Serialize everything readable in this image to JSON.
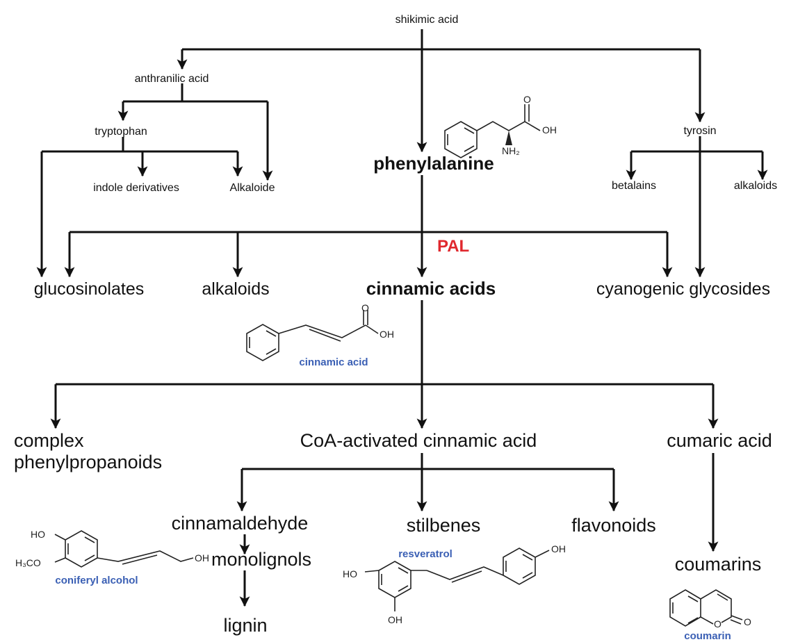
{
  "colors": {
    "line": "#111111",
    "text": "#111111",
    "blue": "#3a5fb4",
    "red": "#e0282e"
  },
  "nodes": {
    "shikimic_acid": "shikimic acid",
    "anthranilic_acid": "anthranilic acid",
    "tryptophan": "tryptophan",
    "indole_derivatives": "indole derivatives",
    "alkaloide": "Alkaloide",
    "phenylalanine": "phenylalanine",
    "tyrosin": "tyrosin",
    "betalains": "betalains",
    "alkaloids_small": "alkaloids",
    "enzyme": "PAL",
    "glucosinolates": "glucosinolates",
    "alkaloids": "alkaloids",
    "cinnamic_acids": "cinnamic acids",
    "cyanogenic_glycosides": "cyanogenic glycosides",
    "complex_line1": "complex",
    "complex_line2": "phenylpropanoids",
    "coa_cinnamic": "CoA-activated cinnamic acid",
    "cumaric_acid": "cumaric acid",
    "cinnamaldehyde": "cinnamaldehyde",
    "stilbenes": "stilbenes",
    "flavonoids": "flavonoids",
    "monolignols": "monolignols",
    "lignin": "lignin",
    "coumarins": "coumarins"
  },
  "structures": {
    "phenylalanine": {
      "o": "O",
      "oh": "OH",
      "nh2": "NH₂"
    },
    "cinnamic_acid": {
      "name": "cinnamic acid",
      "o": "O",
      "oh": "OH"
    },
    "coniferyl_alcohol": {
      "name": "coniferyl alcohol",
      "ho": "HO",
      "h3co": "H₃CO",
      "oh": "OH"
    },
    "resveratrol": {
      "name": "resveratrol",
      "oh_top": "OH",
      "ho_left": "HO",
      "oh_bottom": "OH"
    },
    "coumarin": {
      "name": "coumarin",
      "o_ring": "O",
      "o_keto": "O"
    }
  }
}
